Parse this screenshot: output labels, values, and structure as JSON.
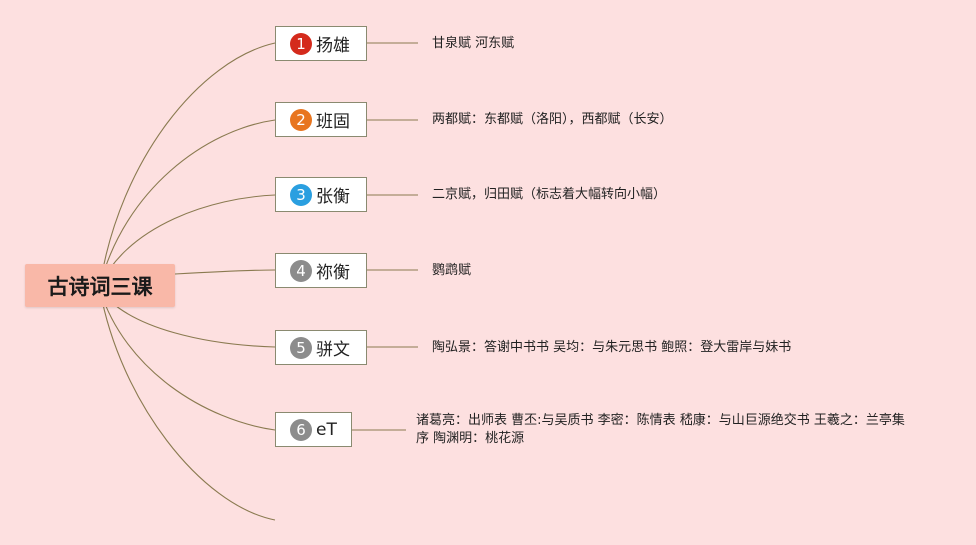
{
  "central": {
    "title": "古诗词三课"
  },
  "nodes": [
    {
      "number": "1",
      "label": "扬雄",
      "badge_color": "#d42a1c",
      "leaf": "甘泉赋 河东赋"
    },
    {
      "number": "2",
      "label": "班固",
      "badge_color": "#e8751f",
      "leaf": "两都赋：东都赋（洛阳），西都赋（长安）"
    },
    {
      "number": "3",
      "label": "张衡",
      "badge_color": "#2a9fe0",
      "leaf": "二京赋，归田赋（标志着大幅转向小幅）"
    },
    {
      "number": "4",
      "label": "祢衡",
      "badge_color": "#8c8c8c",
      "leaf": "鹦鹉赋"
    },
    {
      "number": "5",
      "label": "骈文",
      "badge_color": "#8c8c8c",
      "leaf": "陶弘景：答谢中书书 吴均：与朱元思书 鲍照：登大雷岸与妹书"
    },
    {
      "number": "6",
      "label": "eT",
      "badge_color": "#8c8c8c",
      "leaf": "诸葛亮：出师表 曹丕:与吴质书 李密：陈情表 嵇康：与山巨源绝交书 王羲之：兰亭集序 陶渊明：桃花源"
    }
  ],
  "colors": {
    "background": "#fde0e0",
    "central_fill": "#f9b8a8",
    "connector": "#8a7a50"
  }
}
